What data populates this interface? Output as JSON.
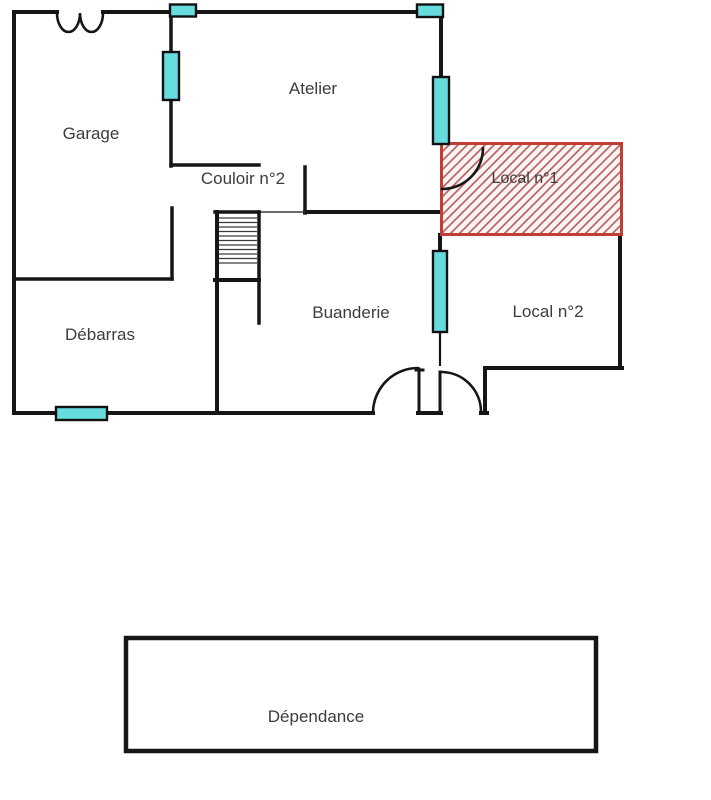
{
  "rooms": {
    "garage": "Garage",
    "atelier": "Atelier",
    "couloir": "Couloir n°2",
    "local1": "Local n°1",
    "debarras": "Débarras",
    "buanderie": "Buanderie",
    "local2": "Local n°2",
    "dependance": "Dépendance"
  },
  "colors": {
    "wall": "#161616",
    "thin": "#3a3a3a",
    "window_fill": "#67dcdf",
    "window_border": "#111111",
    "local1_border": "#c23d36",
    "local1_hatch": "#b96663",
    "local1_bg": "#fcf4f3",
    "label": "#3c3c3c"
  }
}
